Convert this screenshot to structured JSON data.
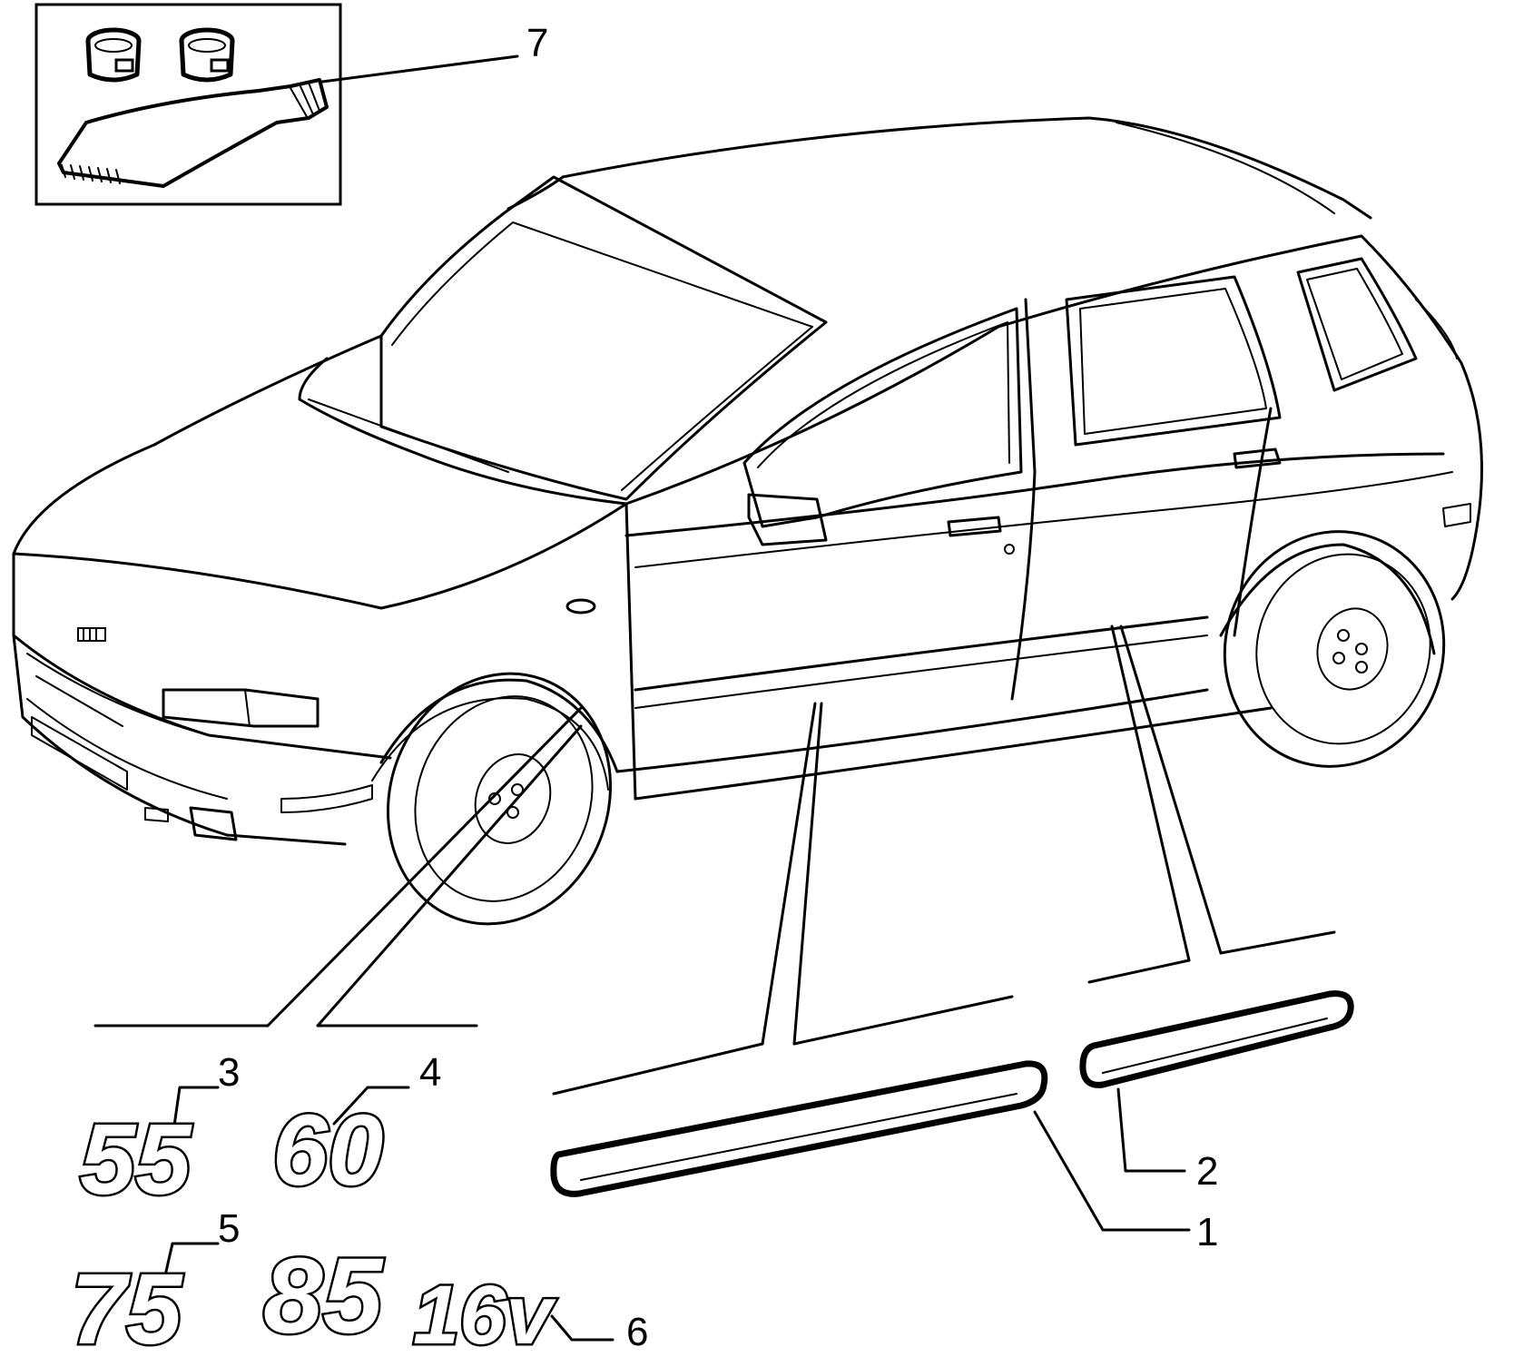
{
  "diagram": {
    "callouts": [
      {
        "id": "callout-1",
        "label": "1"
      },
      {
        "id": "callout-2",
        "label": "2"
      },
      {
        "id": "callout-3",
        "label": "3"
      },
      {
        "id": "callout-4",
        "label": "4"
      },
      {
        "id": "callout-5",
        "label": "5"
      },
      {
        "id": "callout-6",
        "label": "6"
      },
      {
        "id": "callout-7",
        "label": "7"
      }
    ],
    "badges": {
      "b55": "55",
      "b60": "60",
      "b75": "75",
      "b85": "85",
      "b16v": "16v"
    },
    "colors": {
      "ink": "#000000",
      "paper": "#ffffff"
    }
  }
}
